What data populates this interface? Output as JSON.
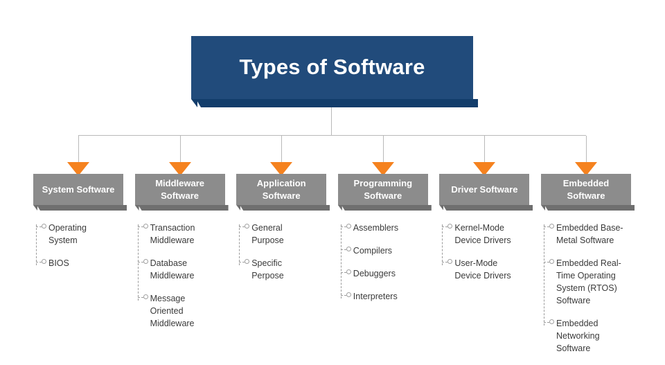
{
  "diagram": {
    "title": "Types of Software",
    "colors": {
      "title_box": "#214b7b",
      "title_shadow": "#123d6b",
      "category_box": "#8c8c8c",
      "category_shadow": "#6f6f6f",
      "arrow": "#f5821f",
      "connector": "#b9b9b9",
      "item_text": "#3a3a3a",
      "background": "#ffffff"
    },
    "categories": [
      {
        "label": "System\nSoftware",
        "items": [
          {
            "text": "Operating\nSystem"
          },
          {
            "text": "BIOS"
          }
        ]
      },
      {
        "label": "Middleware\nSoftware",
        "items": [
          {
            "text": "Transaction\nMiddleware"
          },
          {
            "text": "Database\nMiddleware"
          },
          {
            "text": "Message\nOriented\nMiddleware"
          }
        ]
      },
      {
        "label": "Application\nSoftware",
        "items": [
          {
            "text": "General\nPurpose"
          },
          {
            "text": "Specific\nPerpose"
          }
        ]
      },
      {
        "label": "Programming\nSoftware",
        "items": [
          {
            "text": "Assemblers"
          },
          {
            "text": "Compilers"
          },
          {
            "text": "Debuggers"
          },
          {
            "text": "Interpreters"
          }
        ]
      },
      {
        "label": "Driver\nSoftware",
        "items": [
          {
            "text": "Kernel-Mode\nDevice Drivers"
          },
          {
            "text": "User-Mode\nDevice Drivers"
          }
        ]
      },
      {
        "label": "Embedded\nSoftware",
        "items": [
          {
            "text": "Embedded Base-\nMetal Software"
          },
          {
            "text": "Embedded Real-\nTime Operating\nSystem (RTOS)\nSoftware"
          },
          {
            "text": "Embedded\nNetworking Software"
          }
        ]
      }
    ]
  }
}
